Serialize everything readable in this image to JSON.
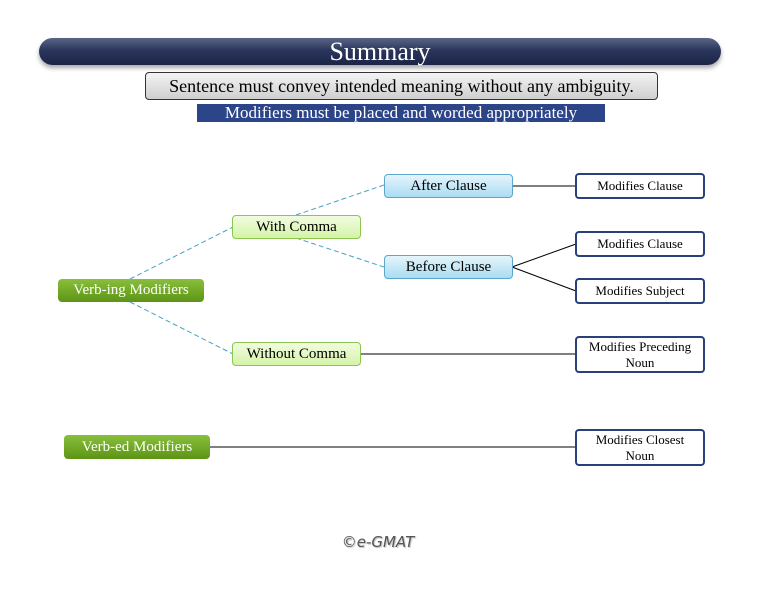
{
  "header": {
    "title": "Summary",
    "subtitle": "Sentence must convey intended meaning without any ambiguity.",
    "banner": "Modifiers must be placed and worded appropriately"
  },
  "nodes": {
    "verb_ing": "Verb-ing Modifiers",
    "with_comma": "With Comma",
    "without_comma": "Without Comma",
    "after_clause": "After Clause",
    "before_clause": "Before Clause",
    "after_modifies_clause": "Modifies Clause",
    "before_modifies_clause": "Modifies Clause",
    "modifies_subject": "Modifies Subject",
    "modifies_preceding_noun": "Modifies Preceding Noun",
    "verb_ed": "Verb-ed Modifiers",
    "modifies_closest_noun": "Modifies Closest Noun"
  },
  "colors": {
    "title_bar": "#2b365c",
    "banner": "#2c4488",
    "dashed_link": "#4a9fc4",
    "solid_link": "#000000"
  },
  "footer": {
    "logo": "©e-GMAT"
  }
}
